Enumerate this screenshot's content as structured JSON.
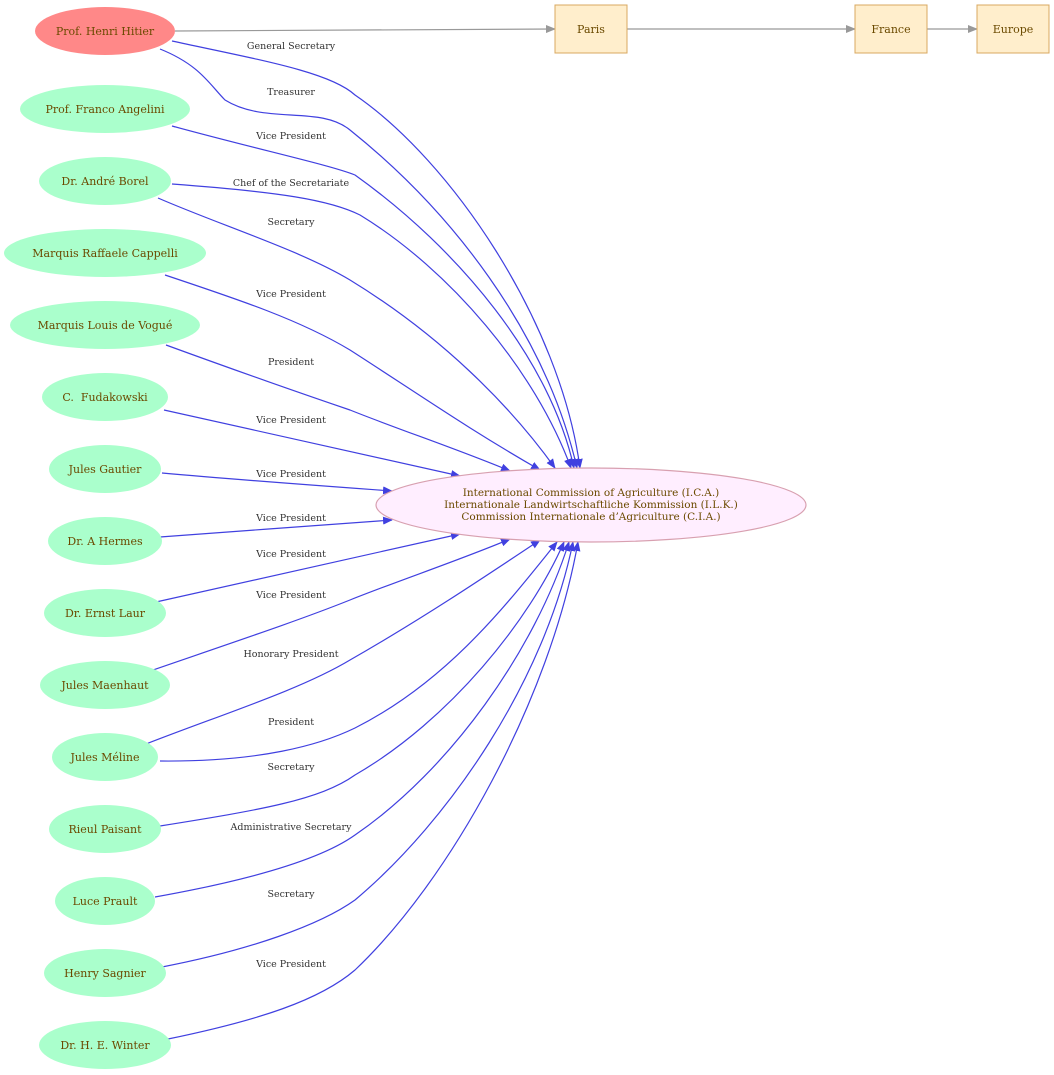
{
  "colors": {
    "person_fill": "#aaffcc",
    "main_person_fill": "#ff8888",
    "center_fill": "#ffeeff",
    "center_stroke": "#d8a0b0",
    "place_fill": "#ffeecc",
    "place_stroke": "#d8a860",
    "edge_color": "#4040e0",
    "location_edge_color": "#999999"
  },
  "center": {
    "lines": [
      "International Commission of Agriculture (I.C.A.)",
      "Internationale Landwirtschaftliche Kommission (I.L.K.)",
      "Commission Internationale d’Agriculture (C.I.A.)"
    ]
  },
  "main_person": {
    "name": "Prof. Henri Hitier"
  },
  "places": [
    "Paris",
    "France",
    "Europe"
  ],
  "people": [
    "Prof. Franco Angelini",
    "Dr. André Borel",
    "Marquis Raffaele Cappelli",
    "Marquis Louis de Vogué",
    "C.  Fudakowski",
    "Jules Gautier",
    "Dr. A Hermes",
    "Dr. Ernst Laur",
    "Jules Maenhaut",
    "Jules Méline",
    "Rieul Paisant",
    "Luce Prault",
    "Henry Sagnier",
    "Dr. H. E. Winter"
  ],
  "roles": [
    "General Secretary",
    "Treasurer",
    "Vice President",
    "Chef of the Secretariate",
    "Secretary",
    "Vice President",
    "President",
    "Vice President",
    "Vice President",
    "Vice President",
    "Vice President",
    "Vice President",
    "Honorary President",
    "President",
    "Secretary",
    "Administrative Secretary",
    "Secretary",
    "Vice President"
  ]
}
